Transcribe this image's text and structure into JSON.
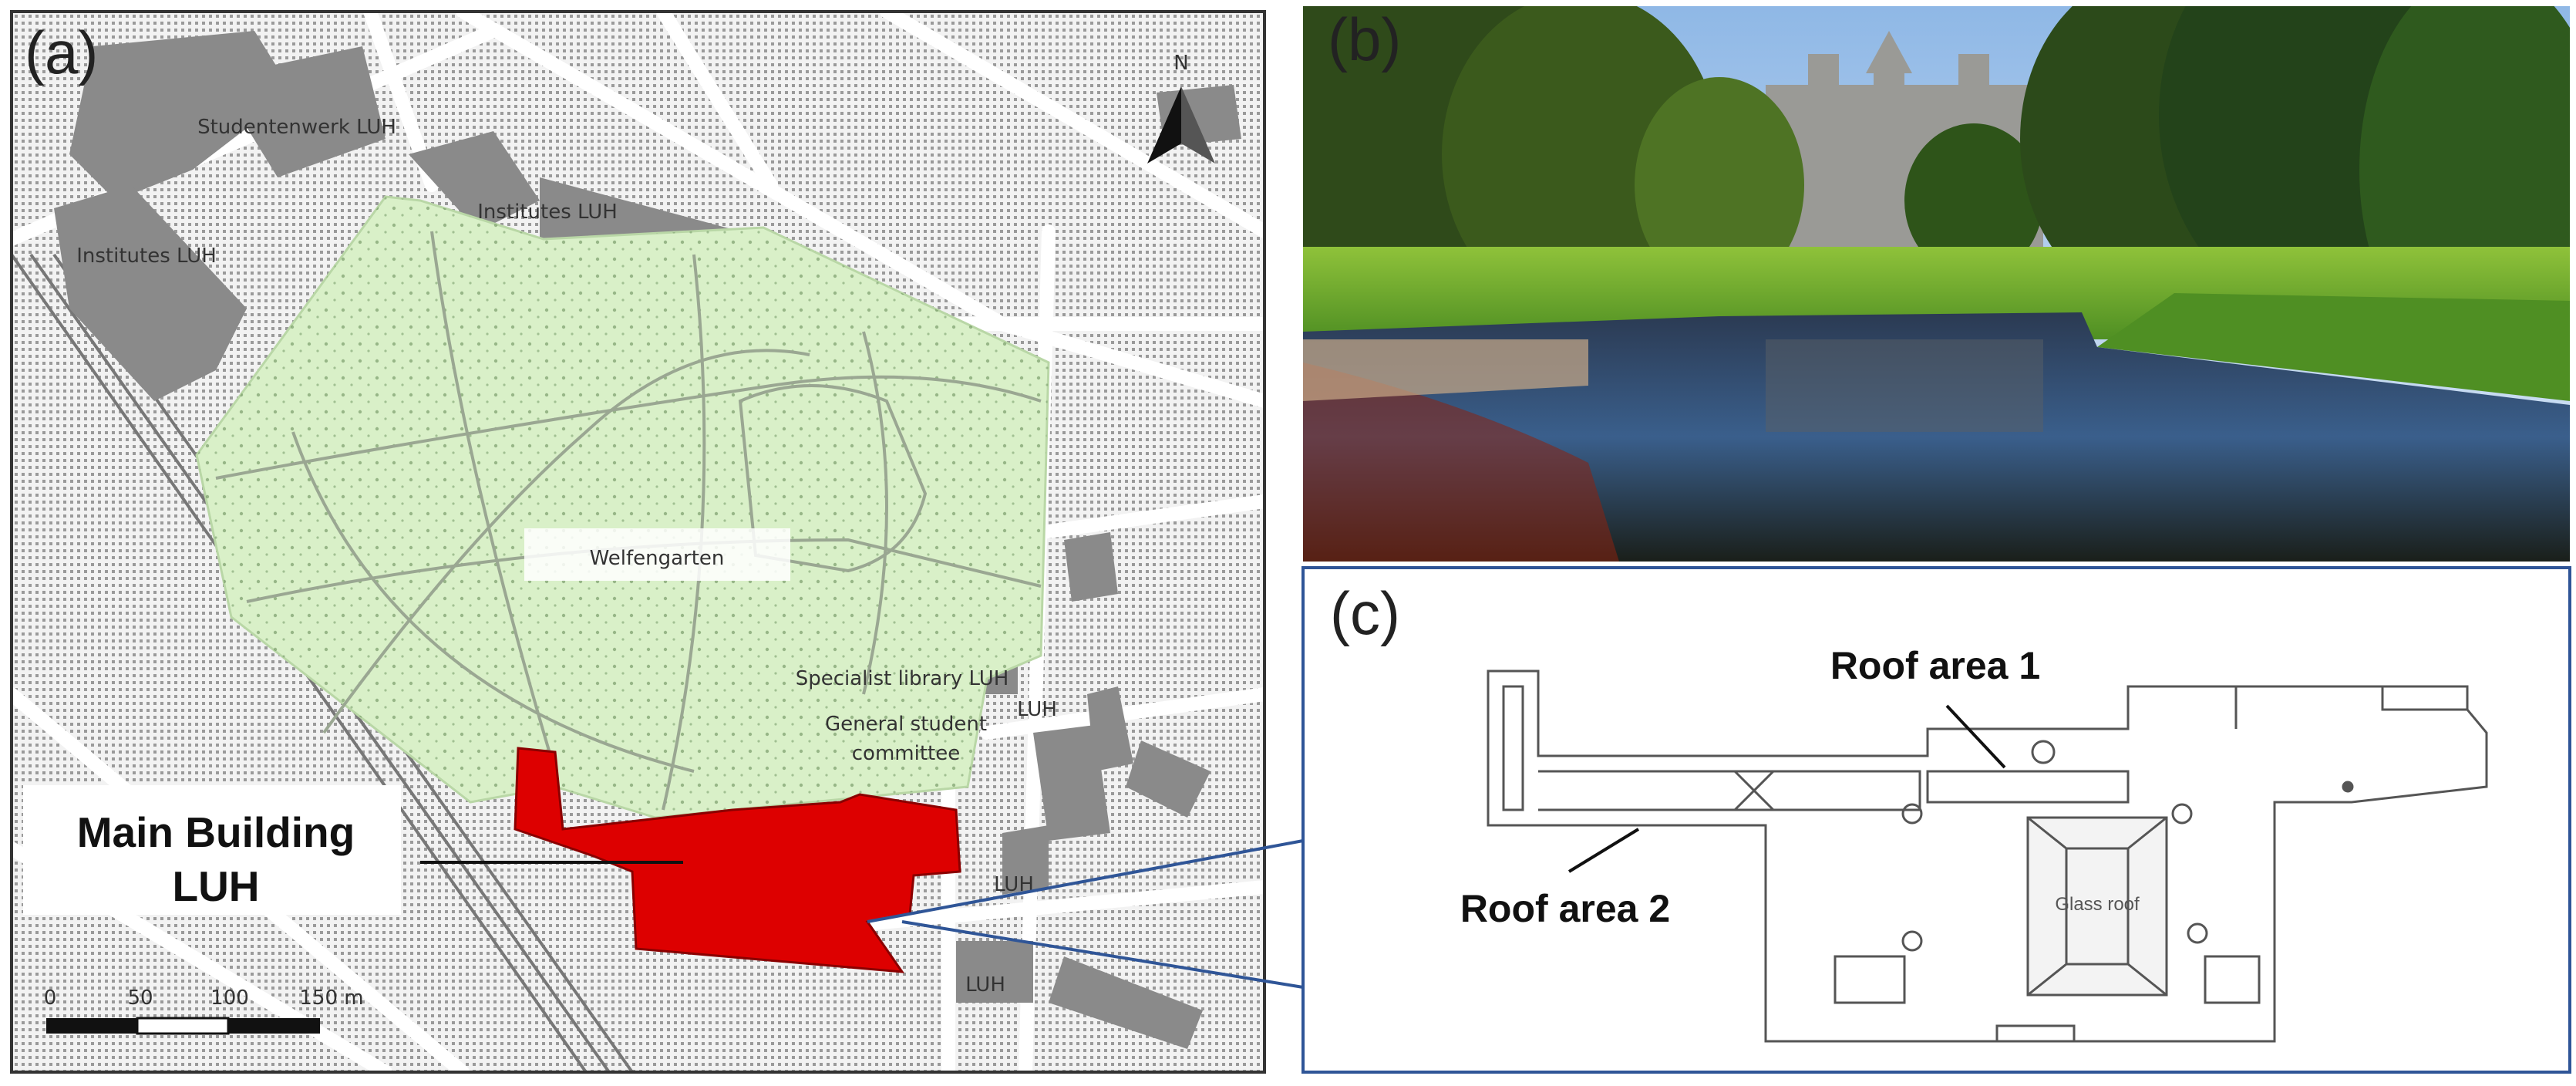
{
  "panels": {
    "a": {
      "label": "(a)"
    },
    "b": {
      "label": "(b)"
    },
    "c": {
      "label": "(c)"
    }
  },
  "map": {
    "park_name": "Welfengarten",
    "north": "N",
    "labels": {
      "studentenwerk": "Studentenwerk LUH",
      "institutes_left": "Institutes LUH",
      "institutes_top": "Institutes LUH",
      "specialist_library": "Specialist library LUH",
      "general_student_1": "General student",
      "general_student_2": "committee",
      "luh_1": "LUH",
      "luh_2": "LUH",
      "luh_3": "LUH"
    },
    "main_building_1": "Main Building",
    "main_building_2": "LUH",
    "scale": {
      "ticks": [
        "0",
        "50",
        "100",
        "150 m"
      ]
    },
    "colors": {
      "park": "#d9f0c8",
      "building": "#dd0000",
      "block": "#8a8a8a"
    }
  },
  "plan": {
    "roof_area_1": "Roof area 1",
    "roof_area_2": "Roof area 2",
    "glass_roof": "Glass roof"
  }
}
